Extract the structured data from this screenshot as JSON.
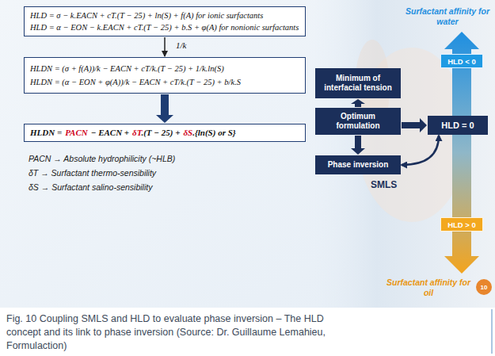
{
  "diagram": {
    "caption": "Fig. 10 Coupling SMLS and HLD to evaluate phase inversion – The HLD concept and its link to phase inversion (Source: Dr. Guillaume Lemahieu, Formulaction)",
    "nodes": [
      {
        "text": [
          "HLD = σ − k.EACN + cT.(T − 25) + ln(S) + f(A) for ionic surfactants",
          "HLD = α − EON − k.EACN + cT.(T − 25) + b.S + φ(A) for nonionic surfactants"
        ]
      },
      {
        "text": [
          "HLDN = (σ + f(A))/k − EACN + cT/k.(T − 25) + 1/k.ln(S)",
          "HLDN = (α − EON + φ(A))/k − EACN + cT/k.(T − 25) + b/k.S"
        ]
      },
      {
        "text": [
          "HLDN =",
          "PACN",
          "− EACN +",
          "δT",
          ".(T − 25) +",
          "δS",
          ".{ln(S) or S}"
        ]
      },
      {
        "text": [
          "Minimum of interfacial tension"
        ]
      },
      {
        "text": [
          "Optimum formulation"
        ]
      },
      {
        "text": [
          "Phase inversion"
        ]
      },
      {
        "text": [
          "HLD < 0"
        ]
      },
      {
        "text": [
          "HLD = 0"
        ]
      },
      {
        "text": [
          "HLD > 0"
        ]
      },
      {
        "text": [
          "10"
        ]
      }
    ],
    "edges": [
      {
        "from": 0,
        "to": 1,
        "arrow": "to",
        "label": "1/k"
      },
      {
        "from": 1,
        "to": 2,
        "arrow": "to"
      },
      {
        "from": 4,
        "to": 3,
        "arrow": "to"
      },
      {
        "from": 4,
        "to": 5,
        "arrow": "to"
      },
      {
        "from": 4,
        "to": 7,
        "arrow": "to"
      },
      {
        "from": 5,
        "to": 7,
        "arrow": "both",
        "label": "SMLS"
      }
    ],
    "labels": [
      "PACN → Absolute hydrophilicity (~HLB)",
      "δT → Surfactant thermo-sensibility",
      "δS → Surfactant salino-sensibility",
      "Surfactant affinity for water",
      "Surfactant affinity for oil"
    ]
  }
}
